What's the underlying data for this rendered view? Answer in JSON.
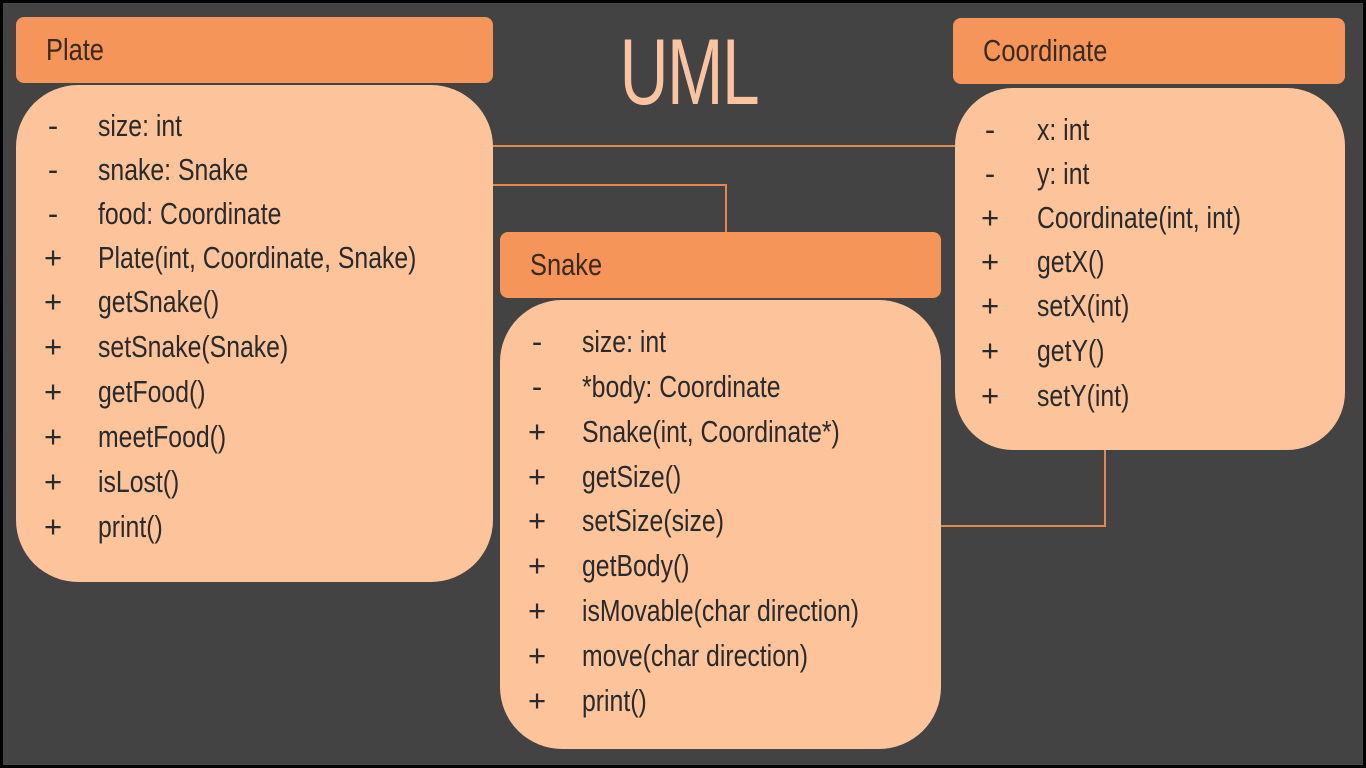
{
  "title": "UML",
  "colors": {
    "background": "#434343",
    "header": "#f5955a",
    "body": "#fdc49c",
    "title": "#fbc4a0",
    "connector": "#e0884e"
  },
  "classes": [
    {
      "name": "Plate",
      "members": [
        {
          "vis": "-",
          "text": "size: int"
        },
        {
          "vis": "-",
          "text": "snake: Snake"
        },
        {
          "vis": "-",
          "text": "food: Coordinate"
        },
        {
          "vis": "+",
          "text": "Plate(int, Coordinate, Snake)"
        },
        {
          "vis": "+",
          "text": "getSnake()"
        },
        {
          "vis": "+",
          "text": "setSnake(Snake)"
        },
        {
          "vis": "+",
          "text": "getFood()"
        },
        {
          "vis": "+",
          "text": "meetFood()"
        },
        {
          "vis": "+",
          "text": "isLost()"
        },
        {
          "vis": "+",
          "text": "print()"
        }
      ]
    },
    {
      "name": "Snake",
      "members": [
        {
          "vis": "-",
          "text": "size: int"
        },
        {
          "vis": "-",
          "text": "*body: Coordinate"
        },
        {
          "vis": "+",
          "text": "Snake(int, Coordinate*)"
        },
        {
          "vis": "+",
          "text": "getSize()"
        },
        {
          "vis": "+",
          "text": "setSize(size)"
        },
        {
          "vis": "+",
          "text": "getBody()"
        },
        {
          "vis": "+",
          "text": "isMovable(char direction)"
        },
        {
          "vis": "+",
          "text": "move(char direction)"
        },
        {
          "vis": "+",
          "text": "print()"
        }
      ]
    },
    {
      "name": "Coordinate",
      "members": [
        {
          "vis": "-",
          "text": "x: int"
        },
        {
          "vis": "-",
          "text": "y: int"
        },
        {
          "vis": "+",
          "text": "Coordinate(int, int)"
        },
        {
          "vis": "+",
          "text": "getX()"
        },
        {
          "vis": "+",
          "text": "setX(int)"
        },
        {
          "vis": "+",
          "text": "getY()"
        },
        {
          "vis": "+",
          "text": "setY(int)"
        }
      ]
    }
  ]
}
